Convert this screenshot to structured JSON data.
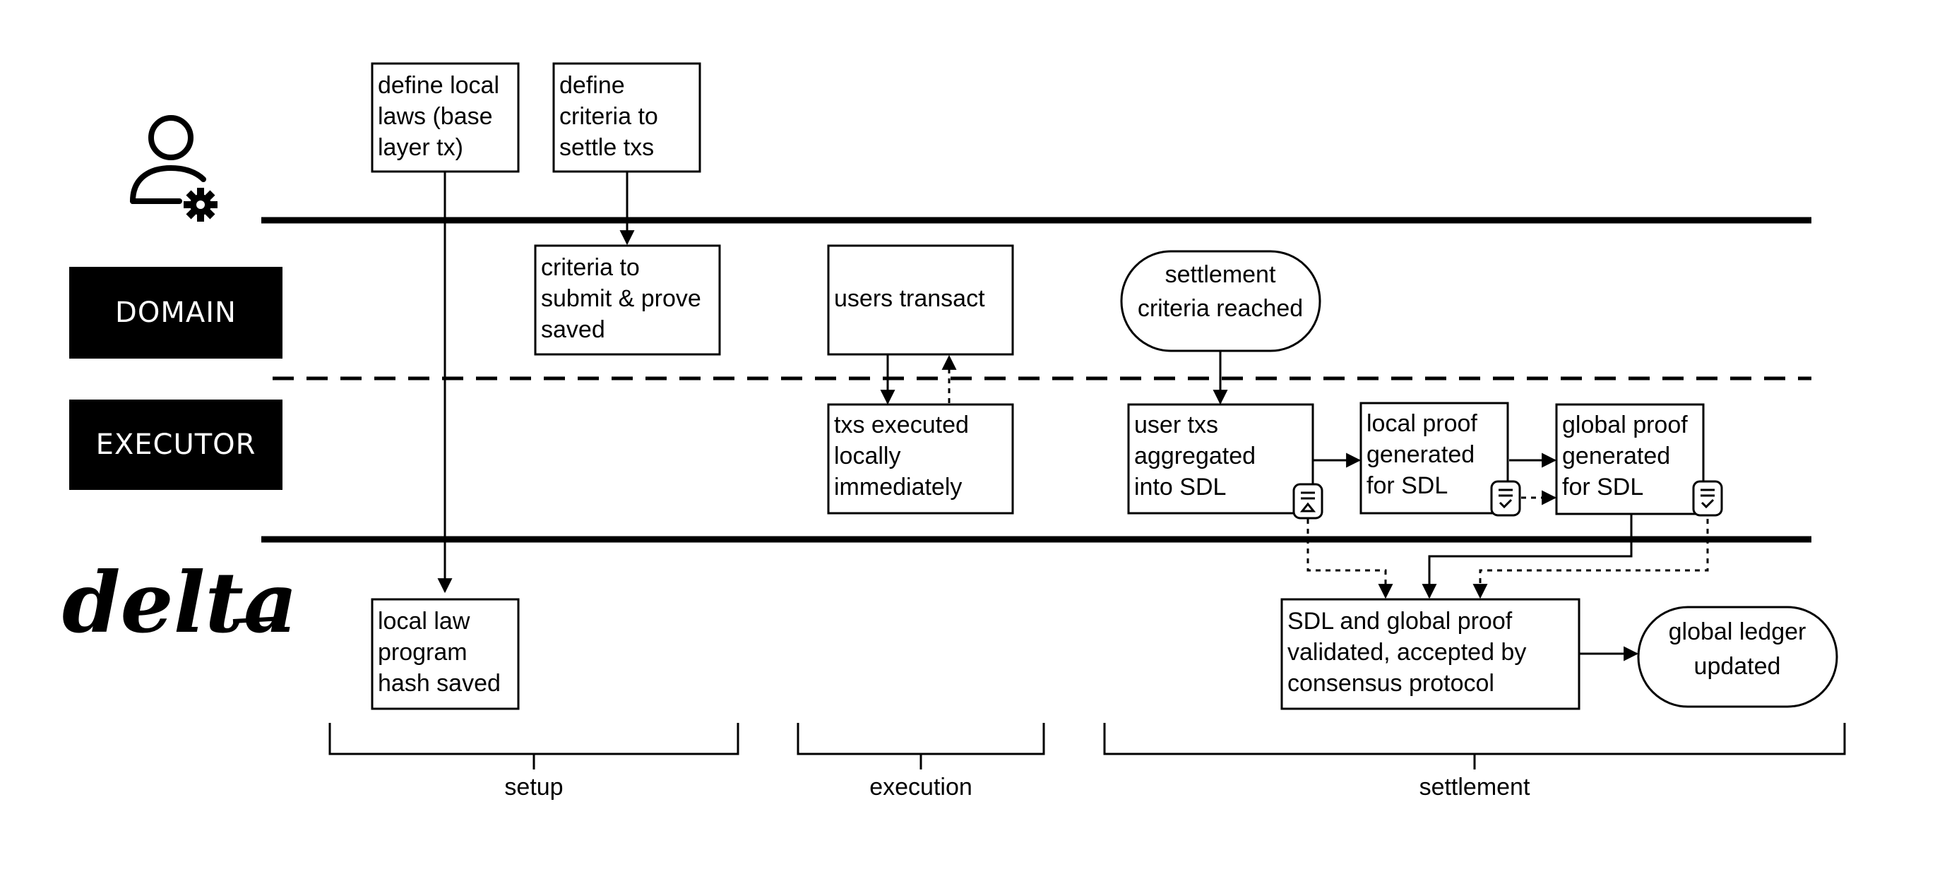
{
  "lanes": {
    "domain_label": "DOMAIN",
    "executor_label": "EXECUTOR"
  },
  "logo": {
    "text": "delta"
  },
  "icons": {
    "operator": "user-gear-icon",
    "doc_upload": "document-upload-icon",
    "doc_check": "document-check-icon"
  },
  "nodes": {
    "define_laws": [
      "define local",
      "laws (base",
      "layer tx)"
    ],
    "define_criteria": [
      "define",
      "criteria to",
      "settle txs"
    ],
    "criteria_saved": [
      "criteria to",
      "submit & prove",
      "saved"
    ],
    "users_transact": [
      "users transact"
    ],
    "settlement_reached": [
      "settlement",
      "criteria reached"
    ],
    "txs_executed": [
      "txs executed",
      "locally",
      "immediately"
    ],
    "user_txs_aggregated": [
      "user txs",
      "aggregated",
      "into SDL"
    ],
    "local_proof": [
      "local proof",
      "generated",
      "for SDL"
    ],
    "global_proof": [
      "global proof",
      "generated",
      "for SDL"
    ],
    "local_law_hash": [
      "local law",
      "program",
      "hash saved"
    ],
    "sdl_validated": [
      "SDL and global proof",
      "validated, accepted by",
      "consensus protocol"
    ],
    "ledger_updated": [
      "global ledger",
      "updated"
    ]
  },
  "phases": {
    "setup": "setup",
    "execution": "execution",
    "settlement": "settlement"
  }
}
